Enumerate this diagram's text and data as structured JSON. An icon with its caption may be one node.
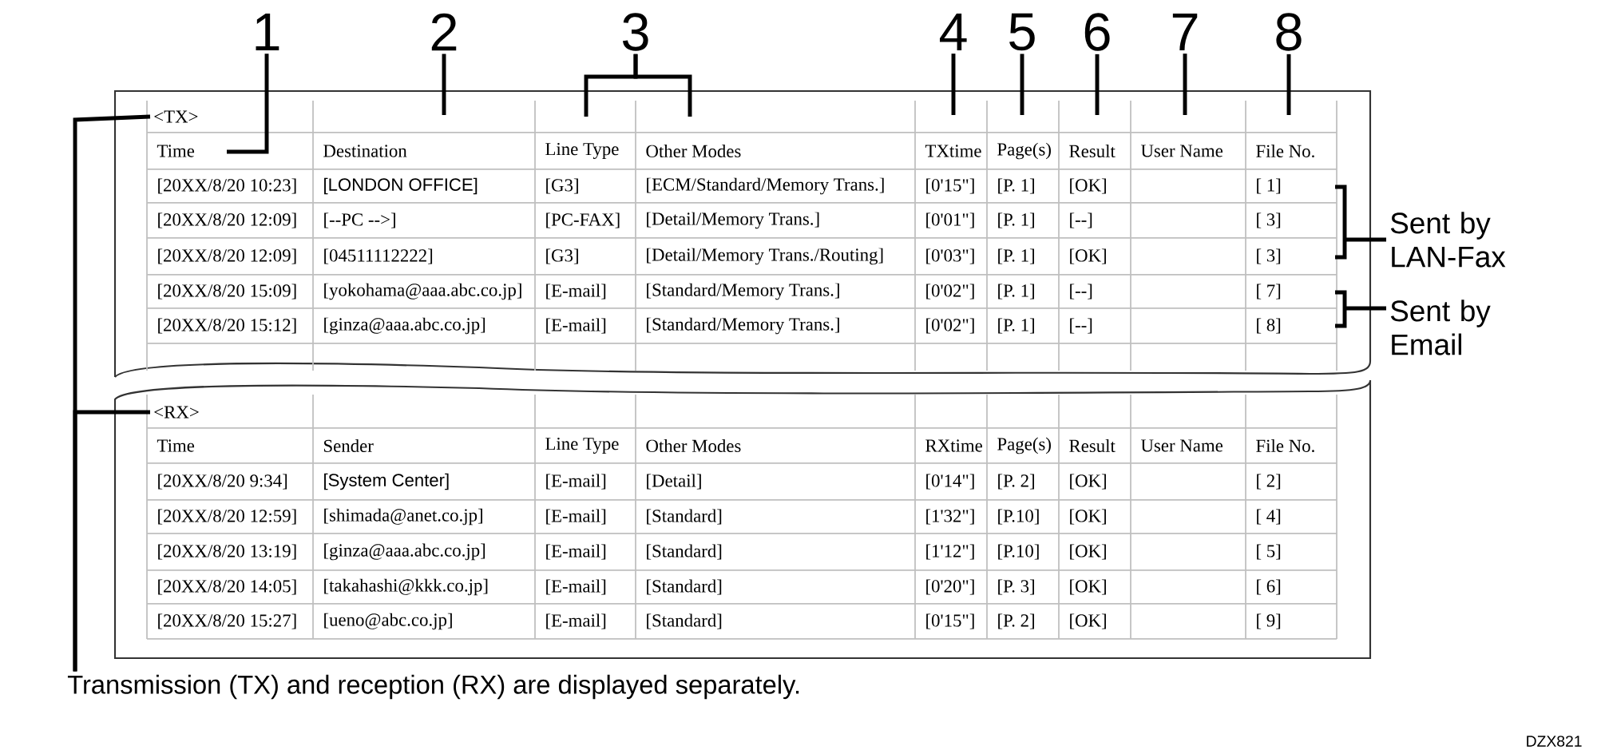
{
  "diagram": {
    "nodes": [
      {
        "text": [
          "1"
        ]
      },
      {
        "text": [
          "2"
        ]
      },
      {
        "text": [
          "3"
        ]
      },
      {
        "text": [
          "4"
        ]
      },
      {
        "text": [
          "5"
        ]
      },
      {
        "text": [
          "6"
        ]
      },
      {
        "text": [
          "7"
        ]
      },
      {
        "text": [
          "8"
        ]
      },
      {
        "text": [
          "<TX>"
        ]
      },
      {
        "text": [
          "<RX>"
        ]
      },
      {
        "text": [
          "Sent by LAN-Fax"
        ]
      },
      {
        "text": [
          "Sent by Email"
        ]
      },
      {
        "text": [
          "Transmission (TX) and reception (RX) are displayed separately."
        ]
      }
    ],
    "edges": [
      {
        "from": 0,
        "to": null,
        "arrow": "none"
      },
      {
        "from": 1,
        "to": null,
        "arrow": "none"
      },
      {
        "from": 2,
        "to": null,
        "arrow": "none"
      },
      {
        "from": 2,
        "to": null,
        "arrow": "none"
      },
      {
        "from": 3,
        "to": null,
        "arrow": "none"
      },
      {
        "from": 4,
        "to": null,
        "arrow": "none"
      },
      {
        "from": 5,
        "to": null,
        "arrow": "none"
      },
      {
        "from": 6,
        "to": null,
        "arrow": "none"
      },
      {
        "from": 7,
        "to": null,
        "arrow": "none"
      },
      {
        "from": 10,
        "to": null,
        "arrow": "none"
      },
      {
        "from": 11,
        "to": null,
        "arrow": "none"
      },
      {
        "from": 12,
        "to": 8,
        "arrow": "none"
      },
      {
        "from": 12,
        "to": 9,
        "arrow": "none"
      }
    ],
    "labels": [
      "Time",
      "Destination",
      "Line Type",
      "Other Modes",
      "TXtime",
      "Page(s)",
      "Result",
      "User Name",
      "File No.",
      "[20XX/8/20 10:23]",
      "[LONDON OFFICE]",
      "[G3]",
      "[ECM/Standard/Memory Trans.]",
      "[0'15\"]",
      "[P. 1]",
      "[OK]",
      "[ 1]",
      "[20XX/8/20 12:09]",
      "[--PC -->]",
      "[PC-FAX]",
      "[Detail/Memory Trans.]",
      "[0'01\"]",
      "[P. 1]",
      "[--]",
      "[ 3]",
      "[20XX/8/20 12:09]",
      "[04511112222]",
      "[G3]",
      "[Detail/Memory Trans./Routing]",
      "[0'03\"]",
      "[P. 1]",
      "[OK]",
      "[ 3]",
      "[20XX/8/20 15:09]",
      "[yokohama@aaa.abc.co.jp]",
      "[E-mail]",
      "[Standard/Memory Trans.]",
      "[0'02\"]",
      "[P. 1]",
      "[--]",
      "[ 7]",
      "[20XX/8/20 15:12]",
      "[ginza@aaa.abc.co.jp]",
      "[E-mail]",
      "[Standard/Memory Trans.]",
      "[0'02\"]",
      "[P. 1]",
      "[--]",
      "[ 8]",
      "Time",
      "Sender",
      "Line Type",
      "Other Modes",
      "RXtime",
      "Page(s)",
      "Result",
      "User Name",
      "File No.",
      "[20XX/8/20 9:34]",
      "[System Center]",
      "[E-mail]",
      "[Detail]",
      "[0'14\"]",
      "[P. 2]",
      "[OK]",
      "[ 2]",
      "[20XX/8/20 12:59]",
      "[shimada@anet.co.jp]",
      "[E-mail]",
      "[Standard]",
      "[1'32\"]",
      "[P.10]",
      "[OK]",
      "[ 4]",
      "[20XX/8/20 13:19]",
      "[ginza@aaa.abc.co.jp]",
      "[E-mail]",
      "[Standard]",
      "[1'12\"]",
      "[P.10]",
      "[OK]",
      "[ 5]",
      "[20XX/8/20 14:05]",
      "[takahashi@kkk.co.jp]",
      "[E-mail]",
      "[Standard]",
      "[0'20\"]",
      "[P. 3]",
      "[OK]",
      "[ 6]",
      "[20XX/8/20 15:27]",
      "[ueno@abc.co.jp]",
      "[E-mail]",
      "[Standard]",
      "[0'15\"]",
      "[P. 2]",
      "[OK]",
      "[ 9]",
      "DZX821"
    ]
  }
}
